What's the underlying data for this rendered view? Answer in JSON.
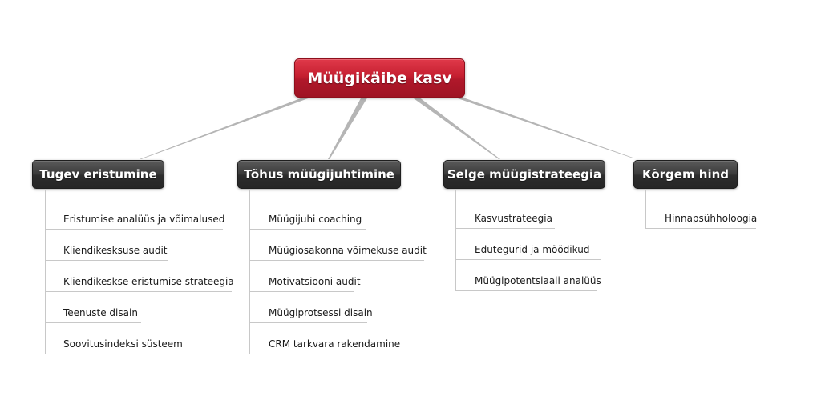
{
  "root": {
    "label": "Müügikäibe kasv",
    "color": "#c51f30"
  },
  "branches": [
    {
      "label": "Tugev eristumine",
      "items": [
        "Eristumise analüüs ja võimalused",
        "Kliendikesksuse audit",
        "Kliendikeskse eristumise strateegia",
        "Teenuste disain",
        "Soovitusindeksi süsteem"
      ]
    },
    {
      "label": "Tõhus müügijuhtimine",
      "items": [
        "Müügijuhi coaching",
        "Müügiosakonna võimekuse audit",
        "Motivatsiooni audit",
        "Müügiprotsessi disain",
        "CRM tarkvara rakendamine"
      ]
    },
    {
      "label": "Selge müügistrateegia",
      "items": [
        "Kasvustrateegia",
        "Edutegurid ja mõõdikud",
        "Müügipotentsiaali analüüs"
      ]
    },
    {
      "label": "Kõrgem hind",
      "items": [
        "Hinnapsühholoogia"
      ]
    }
  ],
  "colors": {
    "branch": "#333333",
    "connector": "#b5b5b5",
    "item_line": "#c8c8c8"
  }
}
